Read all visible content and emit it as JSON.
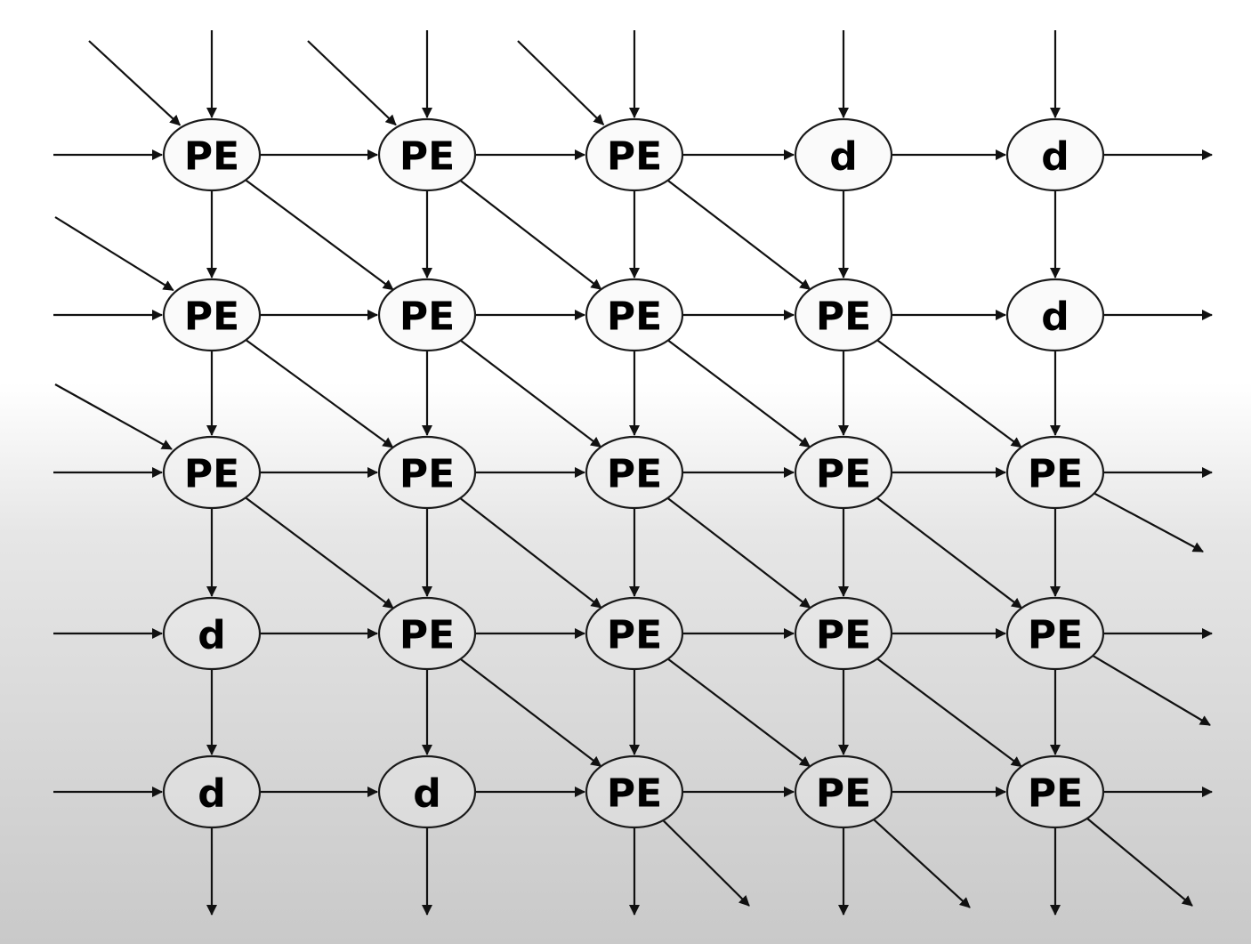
{
  "diagram": {
    "grid": [
      [
        "PE",
        "PE",
        "PE",
        "d",
        "d"
      ],
      [
        "PE",
        "PE",
        "PE",
        "PE",
        "d"
      ],
      [
        "PE",
        "PE",
        "PE",
        "PE",
        "PE"
      ],
      [
        "d",
        "PE",
        "PE",
        "PE",
        "PE"
      ],
      [
        "d",
        "d",
        "PE",
        "PE",
        "PE"
      ]
    ]
  }
}
